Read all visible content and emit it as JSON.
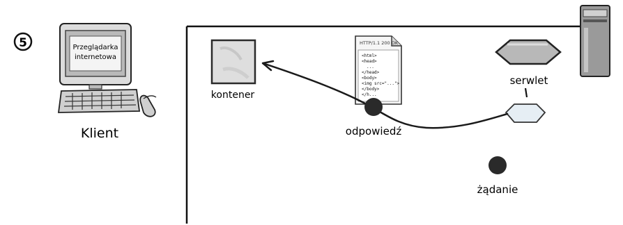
{
  "step": {
    "number": "5"
  },
  "client": {
    "screen_label_line1": "Przeglądarka",
    "screen_label_line2": "internetowa",
    "caption": "Klient"
  },
  "container": {
    "label": "kontener"
  },
  "servlet": {
    "label": "serwlet"
  },
  "response_doc": {
    "header": "HTTP/1.1 200 OK",
    "lines": [
      "<html>",
      "<head>",
      "...",
      "</head>",
      "<body>",
      "<img src=\"...\">",
      "</body>",
      "</h..."
    ]
  },
  "response": {
    "label": "odpowiedź"
  },
  "request": {
    "label": "żądanie"
  },
  "colors": {
    "line": "#1a1a1a",
    "dot": "#2a2a2a",
    "server_gray": "#9a9a9a",
    "servlet_fill": "#b8b8b8",
    "request_fill": "#e6eef4",
    "container_fill": "#dedede"
  }
}
